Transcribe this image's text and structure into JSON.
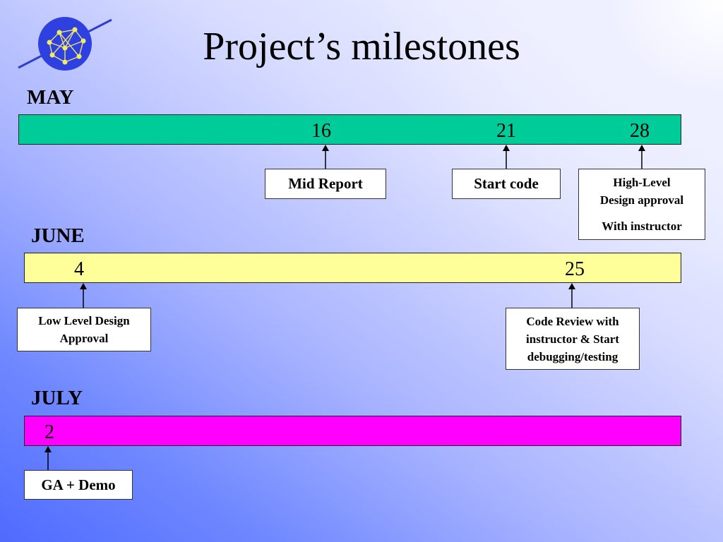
{
  "title": "Project’s milestones",
  "logo": {
    "icon": "network-globe-icon"
  },
  "months": [
    {
      "name": "MAY",
      "bar_color": "#00cc99",
      "milestones": [
        {
          "day": "16",
          "label_lines": [
            "Mid Report"
          ]
        },
        {
          "day": "21",
          "label_lines": [
            "Start code"
          ]
        },
        {
          "day": "28",
          "label_lines": [
            "High-Level",
            "Design approval",
            "With instructor"
          ]
        }
      ]
    },
    {
      "name": "JUNE",
      "bar_color": "#ffff99",
      "milestones": [
        {
          "day": "4",
          "label_lines": [
            "Low Level Design",
            "Approval"
          ]
        },
        {
          "day": "25",
          "label_lines": [
            "Code Review with",
            "instructor & Start",
            "debugging/testing"
          ]
        }
      ]
    },
    {
      "name": "JULY",
      "bar_color": "#ff00ff",
      "milestones": [
        {
          "day": "2",
          "label_lines": [
            "GA + Demo"
          ]
        }
      ]
    }
  ]
}
